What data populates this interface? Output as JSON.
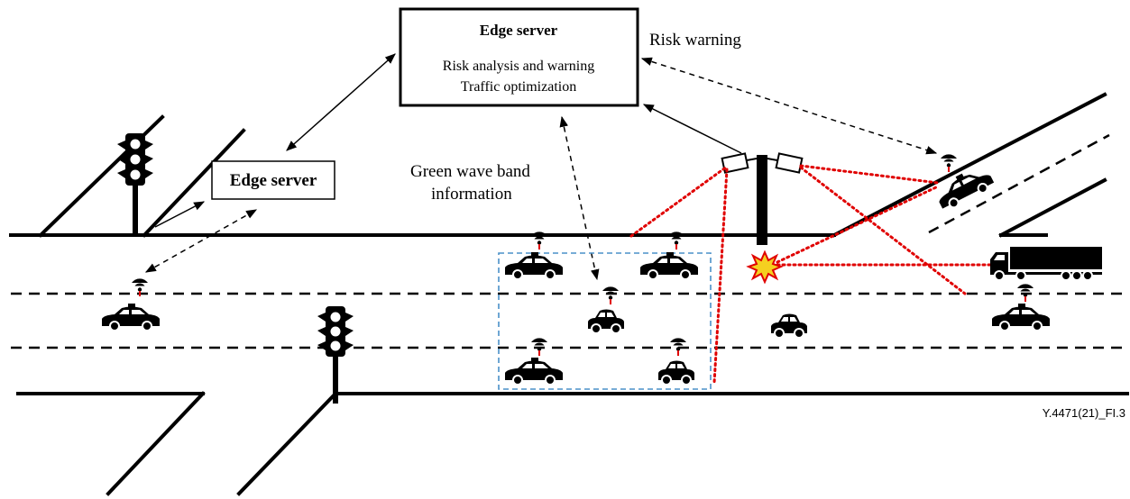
{
  "edge_server_main": {
    "title": "Edge server",
    "line1": "Risk analysis and warning",
    "line2": "Traffic optimization"
  },
  "edge_server_local": {
    "title": "Edge server"
  },
  "labels": {
    "risk_warning": "Risk warning",
    "green_wave_line1": "Green wave band",
    "green_wave_line2": "information"
  },
  "figure_id": "Y.4471(21)_FI.3",
  "colors": {
    "signal": "#e00000",
    "platoon_box": "#4a90c8",
    "collision": "#f5d020"
  },
  "icons": [
    "traffic-light-icon",
    "car-icon",
    "truck-icon",
    "camera-icon",
    "wireless-signal-icon",
    "collision-icon"
  ]
}
